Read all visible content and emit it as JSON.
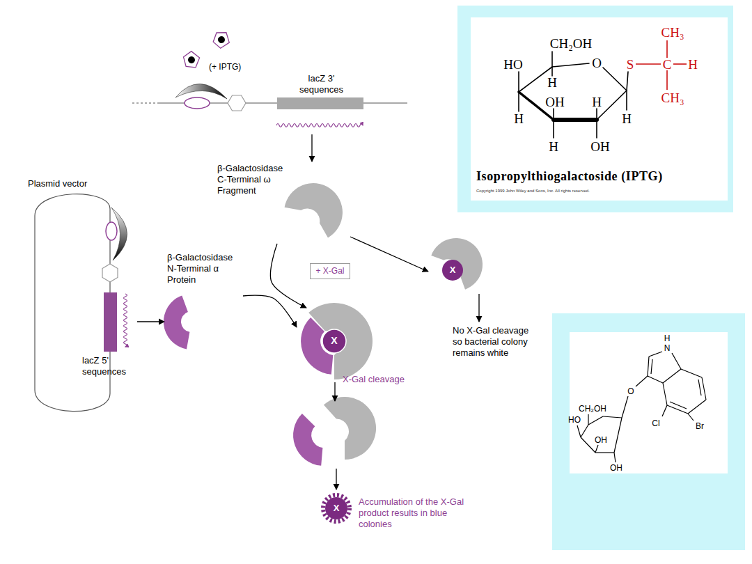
{
  "diagram": {
    "nodes": [
      {
        "text": [
          "lacZ 3' sequences"
        ]
      },
      {
        "text": [
          "β-Galactosidase C-Terminal ω Fragment"
        ]
      },
      {
        "text": [
          "Plasmid vector"
        ]
      },
      {
        "text": [
          "lacZ 5' sequences"
        ],
        "in": 2
      },
      {
        "text": [
          "β-Galactosidase N-Terminal α Protein"
        ]
      },
      {
        "text": [
          "+ X-Gal"
        ]
      },
      {
        "text": [
          "X"
        ]
      },
      {
        "text": [
          "X"
        ]
      },
      {
        "text": [
          "X"
        ]
      }
    ],
    "edges": [
      {
        "from": 0,
        "to": 1,
        "arrow": "to"
      },
      {
        "from": 1,
        "to": 6,
        "arrow": "to"
      },
      {
        "from": 3,
        "to": 4,
        "arrow": "to"
      },
      {
        "from": 4,
        "to": 6,
        "arrow": "to"
      },
      {
        "from": 1,
        "to": 7,
        "arrow": "to"
      }
    ],
    "labels": [
      "(+ IPTG)",
      "X-Gal cleavage",
      "No X-Gal cleavage so bacterial colony remains white",
      "Accumulation of the X-Gal product results in blue colonies",
      "Isopropylthiogalactoside (IPTG)",
      "Copyright 1999 John Wiley and Sons, Inc. All rights reserved.",
      "CH₂OH",
      "HO",
      "O",
      "S",
      "C",
      "H",
      "CH₃",
      "CH₃",
      "H",
      "OH",
      "H",
      "H",
      "H",
      "H",
      "OH",
      "H",
      "N",
      "O",
      "CH₂OH",
      "HO",
      "OH",
      "Cl",
      "Br",
      "OH"
    ]
  }
}
